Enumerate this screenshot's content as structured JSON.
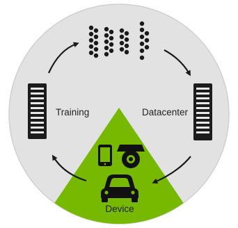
{
  "diagram": {
    "labels": {
      "training": "Training",
      "datacenter": "Datacenter",
      "device": "Device"
    },
    "colors": {
      "circle_fill": "#e2e2e2",
      "circle_edge": "#cfcfcf",
      "accent_green": "#76b900",
      "dark": "#1a1a1a",
      "text": "#222222"
    },
    "icons": [
      "neural-network-icon",
      "server-rack-icon",
      "smartphone-icon",
      "security-camera-icon",
      "car-icon",
      "cycle-arrow-icon"
    ]
  }
}
